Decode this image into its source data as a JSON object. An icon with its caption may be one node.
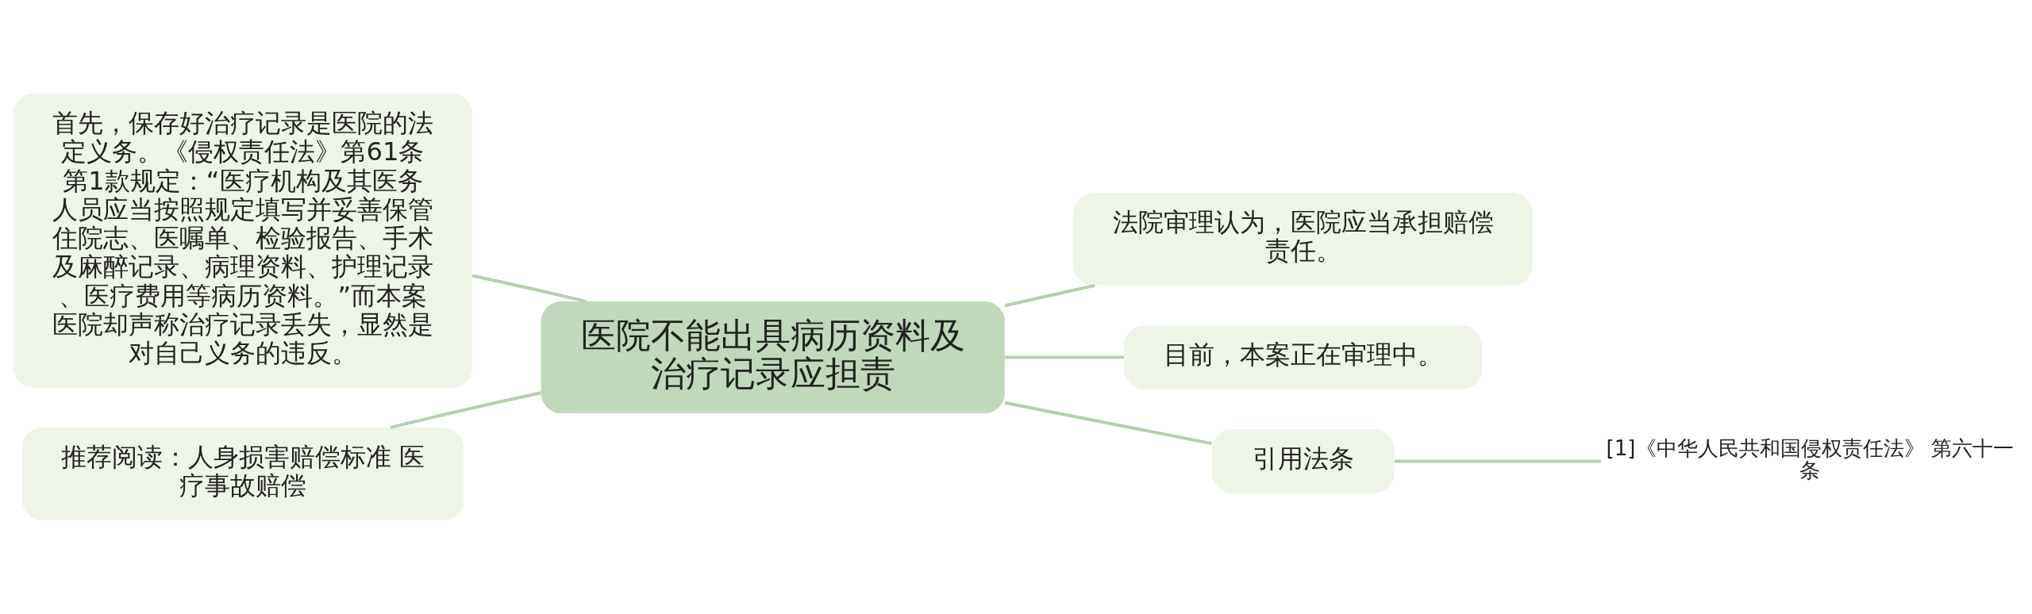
{
  "diagram": {
    "nodes": [
      {
        "text": [
          "医院不能出具病历资料及治疗记录应担责"
        ]
      },
      {
        "text": [
          "首先，保存好治疗记录是医院的法定义务。《侵权责任法》第61条第1款规定：“医疗机构及其医务人员应当按照规定填写并妥善保管住院志、医嘱单、检验报告、手术及麻醉记录、病理资料、护理记录、医疗费用等病历资料。”而本案医院却声称治疗记录丢失，显然是对自己义务的违反。"
        ]
      },
      {
        "text": [
          "推荐阅读：人身损害赔偿标准 医疗事故赔偿"
        ]
      },
      {
        "text": [
          "法院审理认为，医院应当承担赔偿责任。"
        ]
      },
      {
        "text": [
          "目前，本案正在审理中。"
        ]
      },
      {
        "text": [
          "引用法条"
        ]
      },
      {
        "text": [
          "[1]《中华人民共和国侵权责任法》 第六十一条"
        ]
      }
    ],
    "edges": [
      {
        "from": 0,
        "to": 1,
        "arrow": "none"
      },
      {
        "from": 0,
        "to": 2,
        "arrow": "none"
      },
      {
        "from": 0,
        "to": 3,
        "arrow": "none"
      },
      {
        "from": 0,
        "to": 4,
        "arrow": "none"
      },
      {
        "from": 0,
        "to": 5,
        "arrow": "none"
      },
      {
        "from": 5,
        "to": 6,
        "arrow": "none"
      }
    ]
  }
}
